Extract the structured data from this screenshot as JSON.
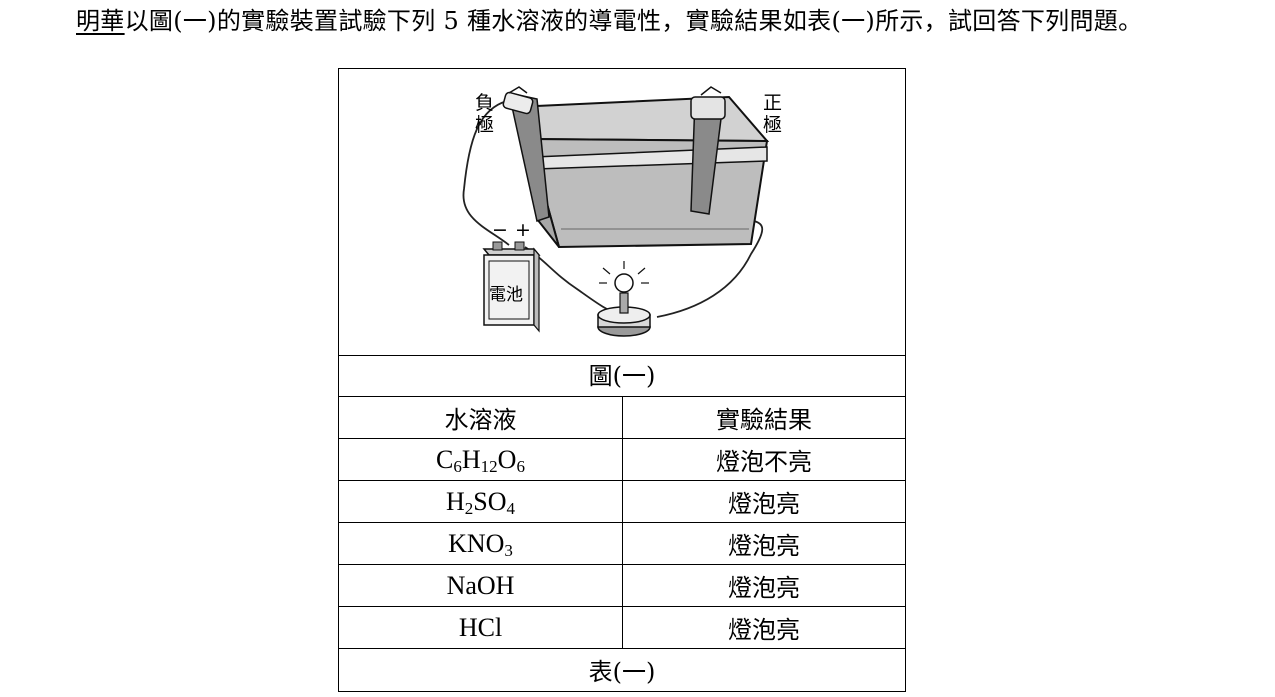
{
  "intro": {
    "name": "明華",
    "text": "以圖(一)的實驗裝置試驗下列 5 種水溶液的導電性，實驗結果如表(一)所示，試回答下列問題。"
  },
  "figure": {
    "caption": "圖(一)",
    "label_negative": [
      "負",
      "極"
    ],
    "label_positive": [
      "正",
      "極"
    ],
    "battery_label": "電池",
    "battery_minus": "−",
    "battery_plus": "+"
  },
  "table": {
    "caption": "表(一)",
    "headers": [
      "水溶液",
      "實驗結果"
    ],
    "rows": [
      {
        "solution": [
          "C",
          "6",
          "H",
          "12",
          "O",
          "6"
        ],
        "result": "燈泡不亮"
      },
      {
        "solution": [
          "H",
          "2",
          "SO",
          "4"
        ],
        "result": "燈泡亮"
      },
      {
        "solution": [
          "KNO",
          "3"
        ],
        "result": "燈泡亮"
      },
      {
        "solution": [
          "NaOH"
        ],
        "result": "燈泡亮"
      },
      {
        "solution": [
          "HCl"
        ],
        "result": "燈泡亮"
      }
    ]
  }
}
